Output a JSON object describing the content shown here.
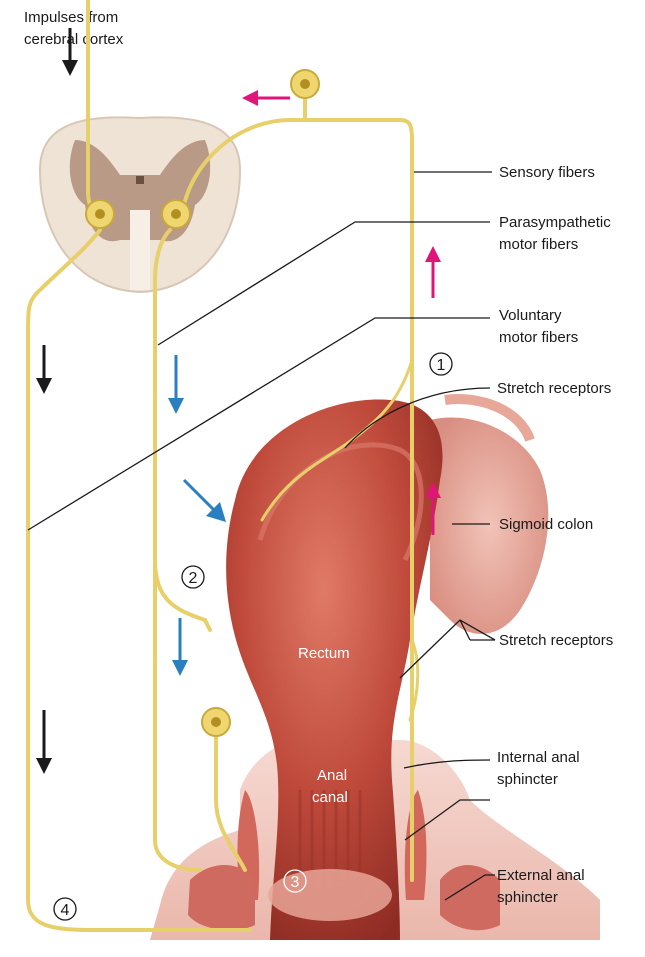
{
  "header": {
    "line1": "Impulses from",
    "line2": "cerebral cortex"
  },
  "labels": {
    "sensory_fibers": "Sensory fibers",
    "parasympathetic_1": "Parasympathetic",
    "parasympathetic_2": "motor fibers",
    "voluntary_1": "Voluntary",
    "voluntary_2": "motor fibers",
    "stretch_receptors_top": "Stretch receptors",
    "sigmoid_colon": "Sigmoid colon",
    "stretch_receptors_bottom": "Stretch receptors",
    "internal_anal_1": "Internal anal",
    "internal_anal_2": "sphincter",
    "external_anal_1": "External anal",
    "external_anal_2": "sphincter"
  },
  "organ_labels": {
    "rectum": "Rectum",
    "anal_1": "Anal",
    "anal_2": "canal"
  },
  "steps": [
    "1",
    "2",
    "3",
    "4"
  ],
  "colors": {
    "nerve": "#e7cf6a",
    "nerve_dark": "#c9a93a",
    "sensory_arrow": "#e0157a",
    "parasympathetic_arrow": "#2a7fc0",
    "voluntary_arrow": "#1a1a1a",
    "rectum": "#b8473a",
    "spinal_cord_white": "#efe3d6",
    "spinal_cord_gray": "#b89a86"
  }
}
